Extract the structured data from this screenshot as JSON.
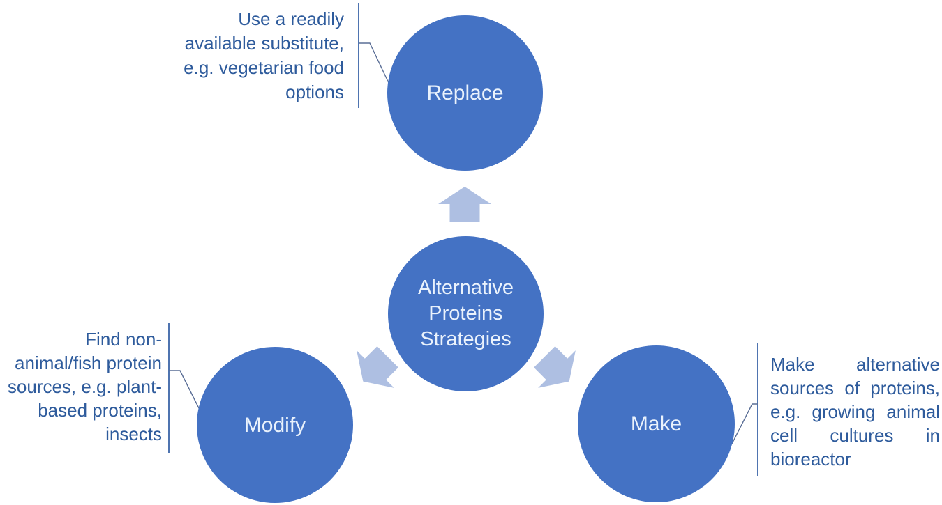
{
  "diagram": {
    "center": {
      "label": "Alternative Proteins Strategies"
    },
    "nodes": [
      {
        "id": "replace",
        "label": "Replace"
      },
      {
        "id": "modify",
        "label": "Modify"
      },
      {
        "id": "make",
        "label": "Make"
      }
    ],
    "annotations": {
      "replace": {
        "full_text": "Use a readily available substitute, e.g. vegetarian food options",
        "lines": [
          "Use a readily",
          "available substitute,",
          "e.g. vegetarian food",
          "options"
        ]
      },
      "modify": {
        "full_text": "Find non-animal/fish protein sources, e.g. plant-based proteins, insects",
        "lines": [
          "Find non-",
          "animal/fish protein",
          "sources, e.g. plant-",
          "based proteins,",
          "insects"
        ]
      },
      "make": {
        "full_text": "Make alternative sources of proteins, e.g. growing animal cell cultures in bioreactor",
        "lines": [
          "Make alternative",
          "sources of proteins,",
          "e.g. growing animal",
          "cell cultures in",
          "bioreactor"
        ]
      }
    },
    "colors": {
      "circle": "#4472C4",
      "circle_text": "#EAF2FC",
      "arrow": "#AEBFE2",
      "text": "#2E5B9C",
      "callout": "#4F74B0",
      "callout_diag": "#5A6E96"
    }
  }
}
